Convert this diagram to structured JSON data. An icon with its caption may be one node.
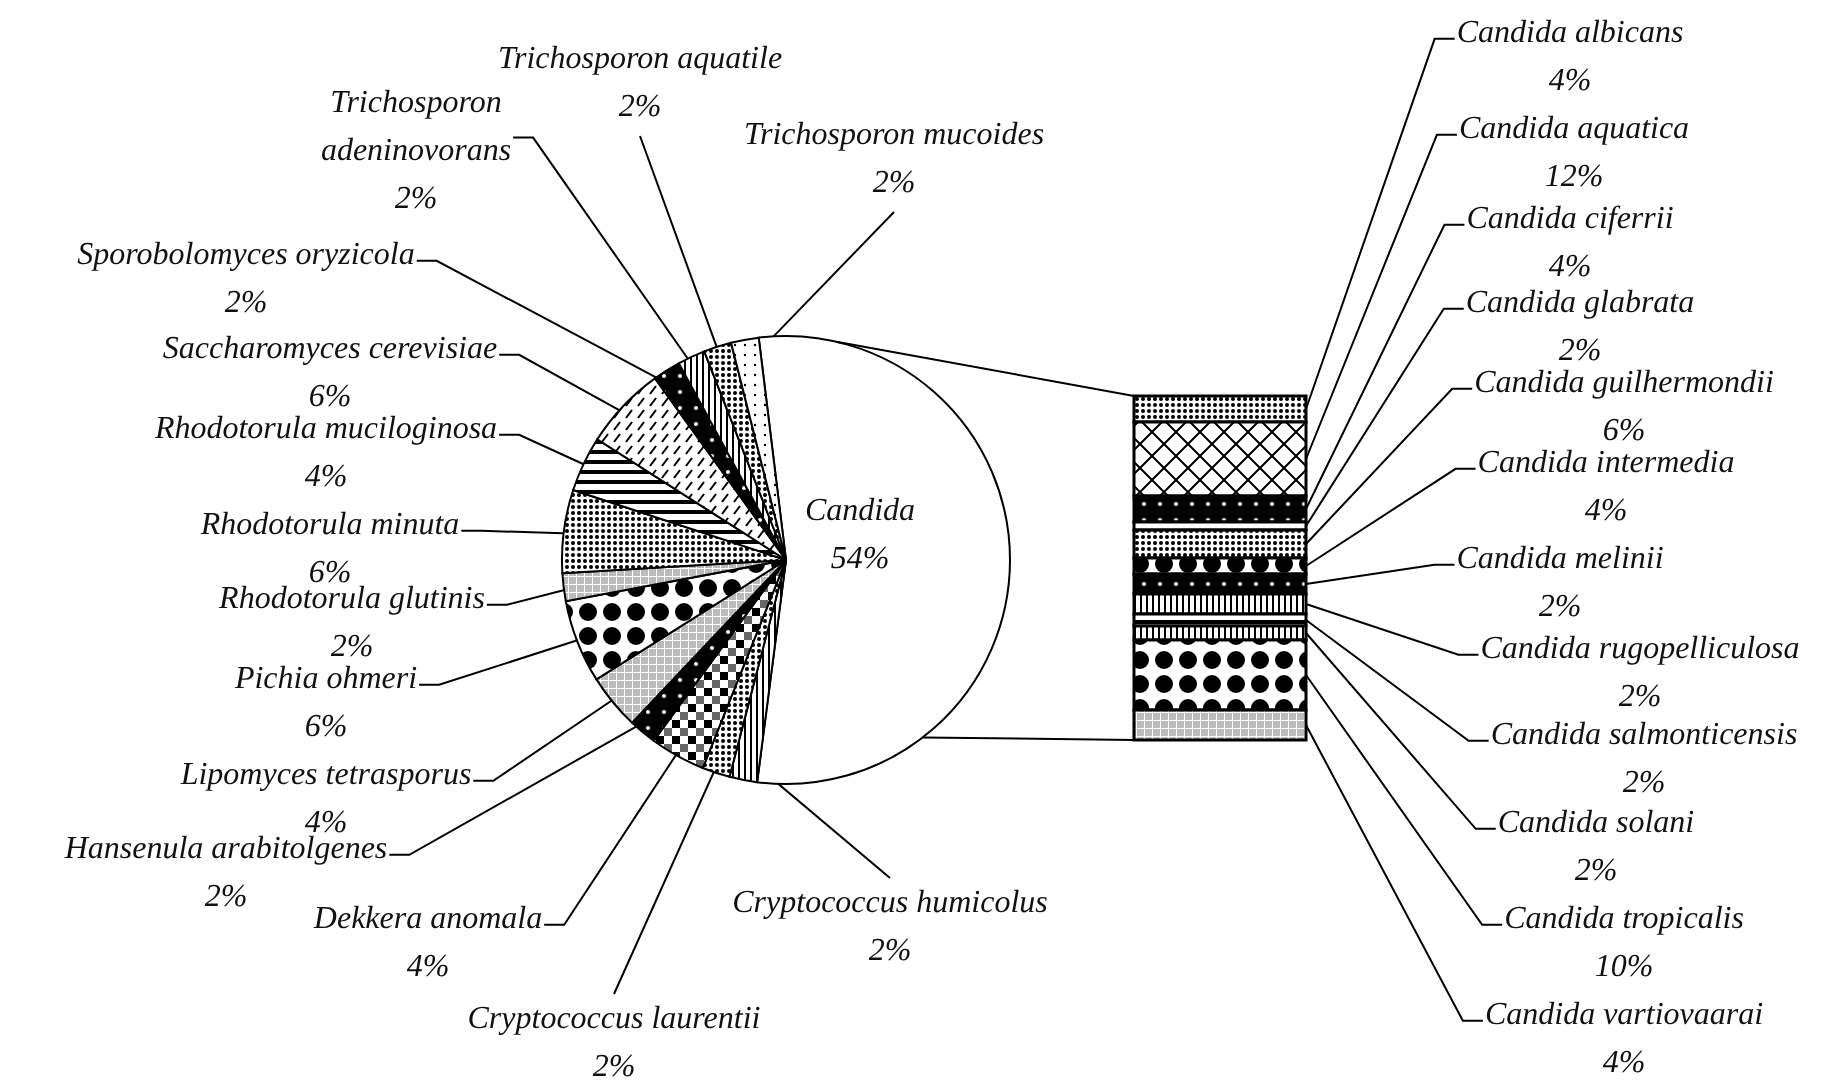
{
  "diagram": {
    "nodes": [
      {
        "text": [
          "Candida albicans",
          "4%"
        ]
      },
      {
        "text": [
          "Candida aquatica",
          "12%"
        ]
      },
      {
        "text": [
          "Candida ciferrii",
          "4%"
        ]
      },
      {
        "text": [
          "Candida glabrata",
          "2%"
        ]
      },
      {
        "text": [
          "Candida guilhermondii",
          "6%"
        ]
      },
      {
        "text": [
          "Candida intermedia",
          "4%"
        ]
      },
      {
        "text": [
          "Candida melinii",
          "2%"
        ]
      },
      {
        "text": [
          "Candida rugopelliculosa",
          "2%"
        ]
      },
      {
        "text": [
          "Candida salmonticensis",
          "2%"
        ]
      },
      {
        "text": [
          "Candida solani",
          "2%"
        ]
      },
      {
        "text": [
          "Candida tropicalis",
          "10%"
        ]
      },
      {
        "text": [
          "Candida vartiovaarai",
          "4%"
        ]
      },
      {
        "text": [],
        "shape": "bar"
      },
      {
        "text": [],
        "shape": "bar"
      },
      {
        "text": [],
        "shape": "bar"
      },
      {
        "text": [],
        "shape": "bar"
      },
      {
        "text": [],
        "shape": "bar"
      },
      {
        "text": [],
        "shape": "bar"
      },
      {
        "text": [],
        "shape": "bar"
      },
      {
        "text": [],
        "shape": "bar"
      },
      {
        "text": [],
        "shape": "bar"
      },
      {
        "text": [],
        "shape": "bar"
      },
      {
        "text": [],
        "shape": "bar"
      },
      {
        "text": [],
        "shape": "bar"
      }
    ],
    "edges": [
      {
        "from": 0,
        "to": 12,
        "arrow": "none"
      },
      {
        "from": 1,
        "to": 13,
        "arrow": "none"
      },
      {
        "from": 2,
        "to": 14,
        "arrow": "none"
      },
      {
        "from": 3,
        "to": 15,
        "arrow": "none"
      },
      {
        "from": 4,
        "to": 16,
        "arrow": "none"
      },
      {
        "from": 5,
        "to": 17,
        "arrow": "none"
      },
      {
        "from": 6,
        "to": 18,
        "arrow": "none"
      },
      {
        "from": 7,
        "to": 19,
        "arrow": "none"
      },
      {
        "from": 8,
        "to": 20,
        "arrow": "none"
      },
      {
        "from": 9,
        "to": 21,
        "arrow": "none"
      },
      {
        "from": 10,
        "to": 22,
        "arrow": "none"
      },
      {
        "from": 11,
        "to": 23,
        "arrow": "none"
      }
    ],
    "chart_data": {
      "type": "pie",
      "categories": [
        "Candida",
        "Cryptococcus humicolus",
        "Cryptococcus laurentii",
        "Dekkera anomala",
        "Hansenula arabitolgenes",
        "Lipomyces tetrasporus",
        "Pichia ohmeri",
        "Rhodotorula glutinis",
        "Rhodotorula minuta",
        "Rhodotorula muciloginosa",
        "Saccharomyces cerevisiae",
        "Sporobolomyces oryzicola",
        "Trichosporon adeninovorans",
        "Trichosporon aquatile",
        "Trichosporon mucoides"
      ],
      "values": [
        54,
        2,
        2,
        4,
        2,
        4,
        6,
        2,
        6,
        4,
        6,
        2,
        2,
        2,
        2
      ],
      "value_labels": [
        "54%",
        "2%",
        "2%",
        "4%",
        "2%",
        "4%",
        "6%",
        "2%",
        "6%",
        "4%",
        "6%",
        "2%",
        "2%",
        "2%",
        "2%"
      ]
    }
  }
}
